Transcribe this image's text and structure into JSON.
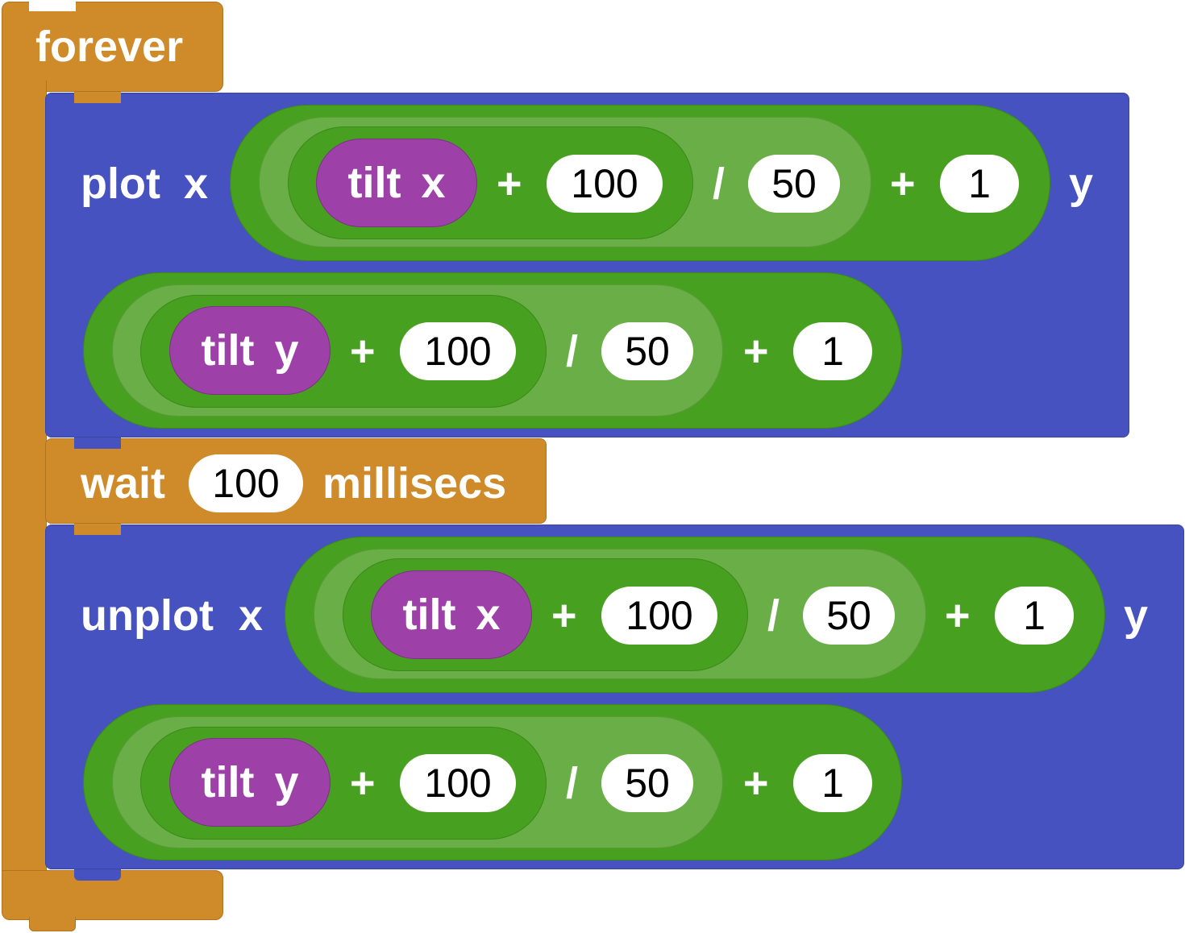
{
  "forever": {
    "label": "forever"
  },
  "plot": {
    "label": "plot",
    "x_label": "x",
    "y_label": "y",
    "x_expr": {
      "reporter": "tilt x",
      "plus1": "+",
      "num1": "100",
      "div": "/",
      "num2": "50",
      "plus2": "+",
      "num3": "1"
    },
    "y_expr": {
      "reporter": "tilt y",
      "plus1": "+",
      "num1": "100",
      "div": "/",
      "num2": "50",
      "plus2": "+",
      "num3": "1"
    }
  },
  "wait": {
    "label": "wait",
    "value": "100",
    "unit": "millisecs"
  },
  "unplot": {
    "label": "unplot",
    "x_label": "x",
    "y_label": "y",
    "x_expr": {
      "reporter": "tilt x",
      "plus1": "+",
      "num1": "100",
      "div": "/",
      "num2": "50",
      "plus2": "+",
      "num3": "1"
    },
    "y_expr": {
      "reporter": "tilt y",
      "plus1": "+",
      "num1": "100",
      "div": "/",
      "num2": "50",
      "plus2": "+",
      "num3": "1"
    }
  },
  "colors": {
    "control": "#cf8b2a",
    "led": "#4652c0",
    "math_outer": "#48a021",
    "math_mid": "#6aae48",
    "input": "#9d41a8"
  }
}
